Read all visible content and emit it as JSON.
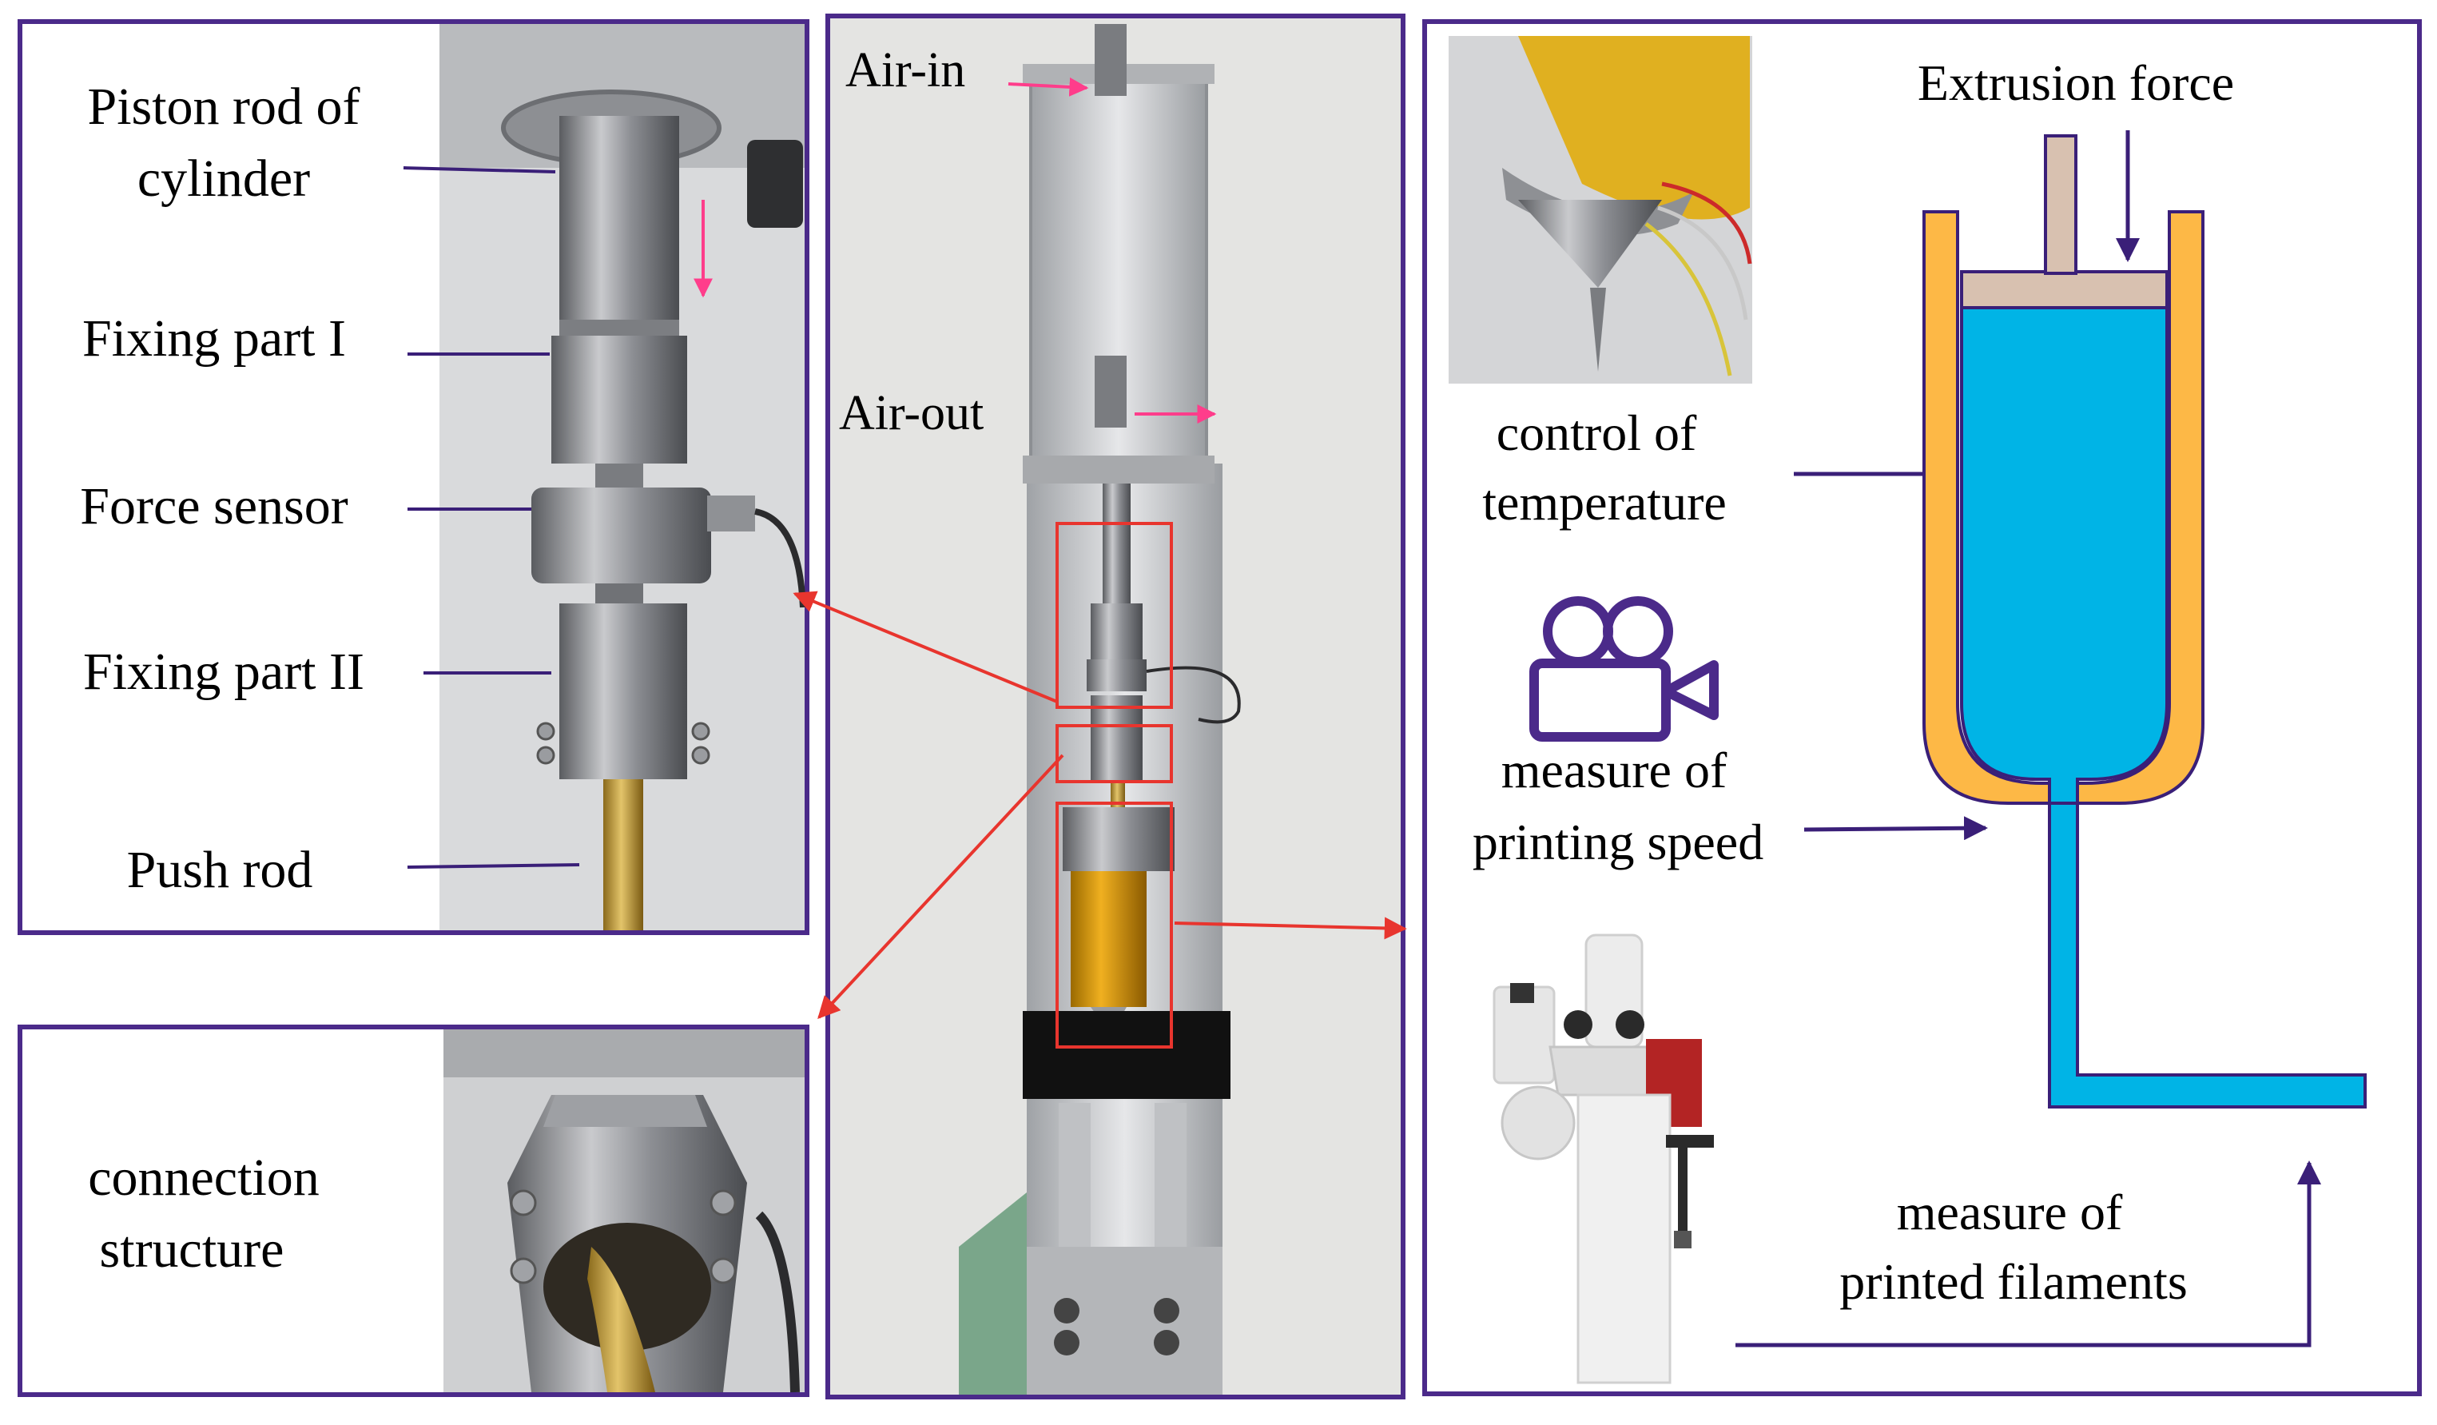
{
  "left_panel": {
    "labels": {
      "piston_line1": "Piston rod of",
      "piston_line2": "cylinder",
      "fixing_1": "Fixing part I",
      "force_sensor": "Force sensor",
      "fixing_2": "Fixing part II",
      "push_rod": "Push rod"
    }
  },
  "bottom_left_panel": {
    "line1": "connection",
    "line2": "structure"
  },
  "center_panel": {
    "air_in": "Air-in",
    "air_out": "Air-out"
  },
  "right_panel": {
    "extrusion_force": "Extrusion force",
    "temp_line1": "control of",
    "temp_line2": "temperature",
    "speed_line1": "measure of",
    "speed_line2": "printing speed",
    "filament_line1": "measure of",
    "filament_line2": "printed filaments"
  },
  "colors": {
    "frame": "#4b2a8a",
    "red_arrow": "#e8352e",
    "pink_arrow": "#ff3d8b",
    "syringe_wall": "#fdb846",
    "fluid": "#00b4e6",
    "plunger": "#d8c1b0",
    "outline": "#3a1f78"
  },
  "icons": [
    "camera-icon",
    "microscope-icon",
    "heater-nozzle-icon"
  ]
}
